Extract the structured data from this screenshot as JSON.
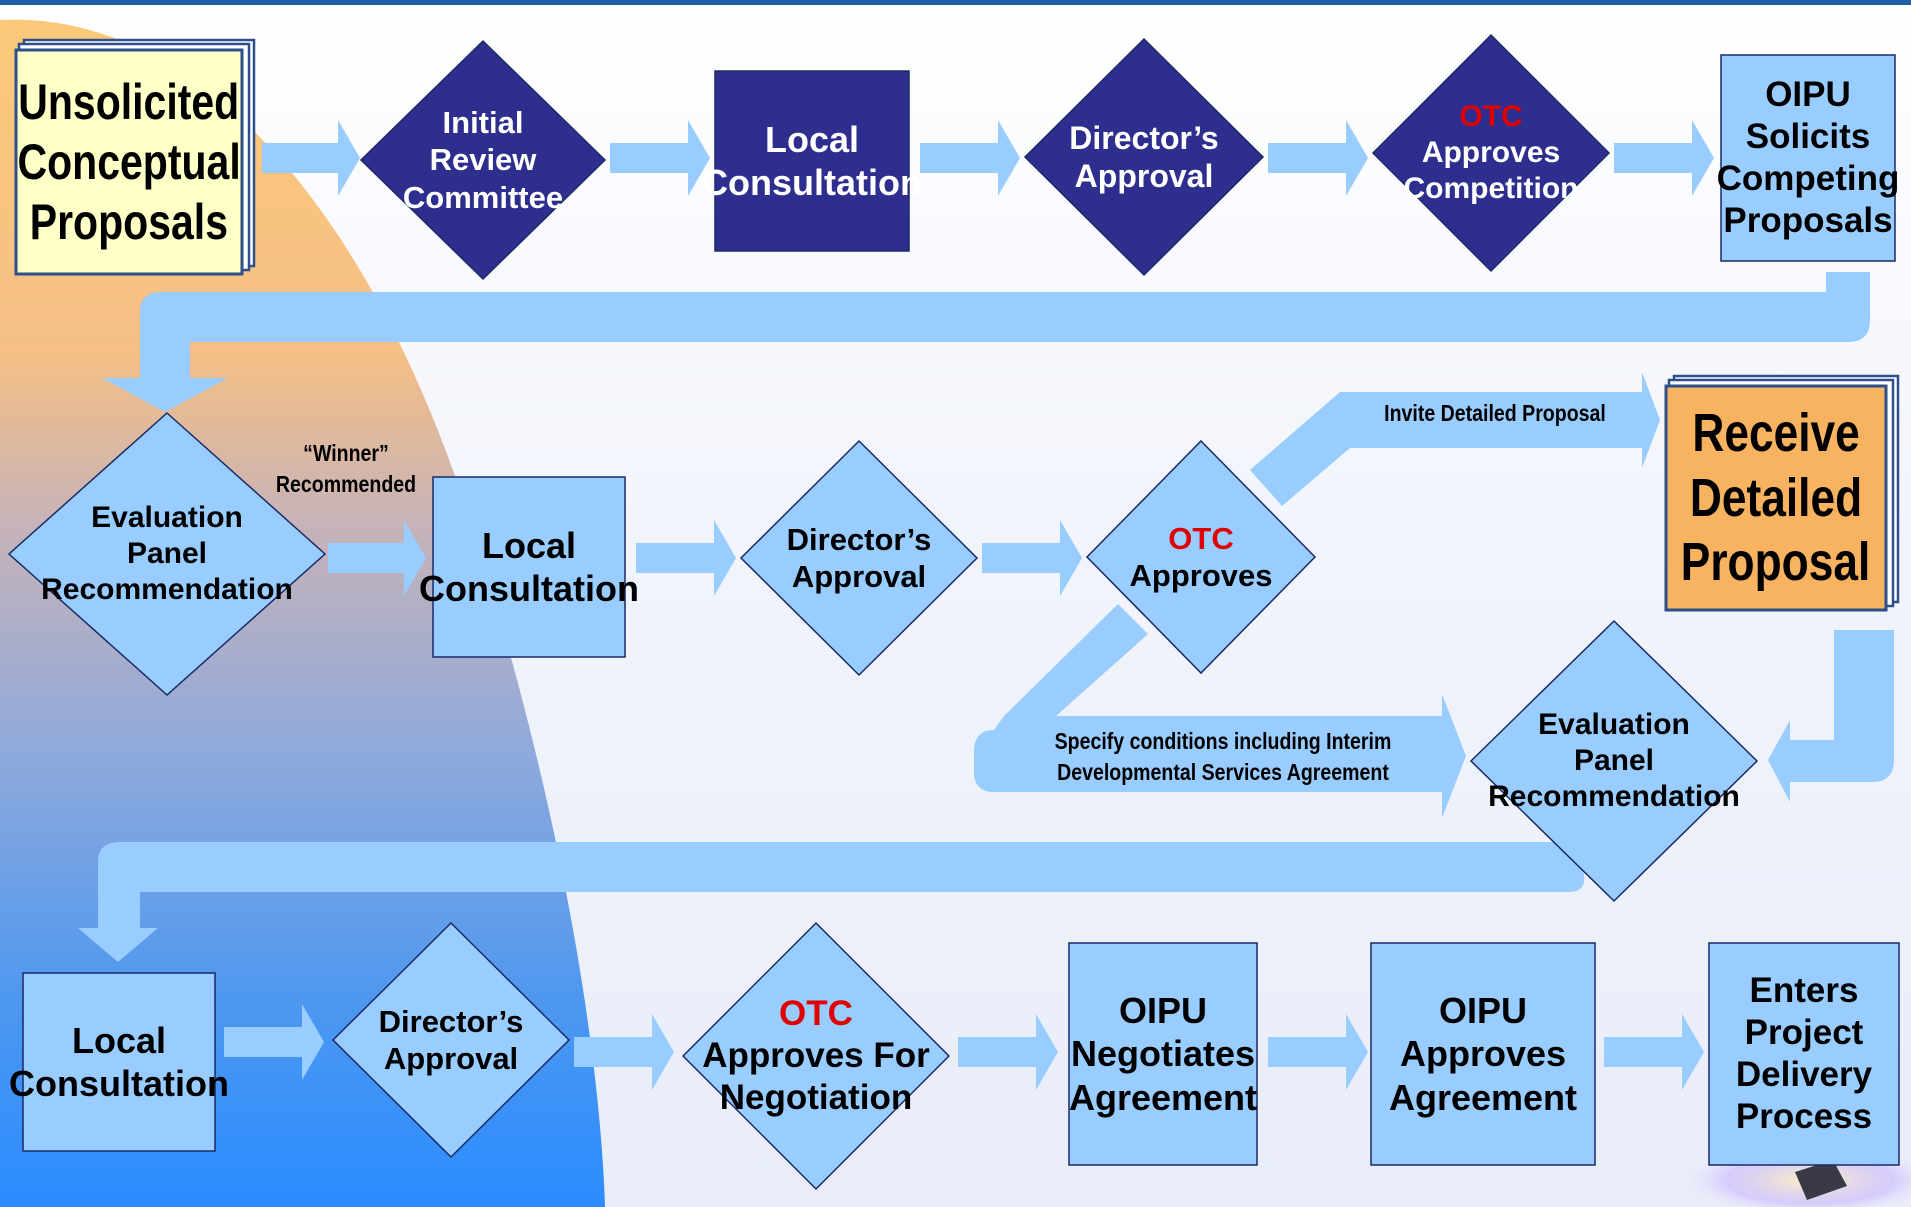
{
  "colors": {
    "topBar": "#1f5fa8",
    "arrow": "#99ccff",
    "nodeLight": "#99ccff",
    "nodeDark": "#2e2e8f",
    "bookYellow": "#ffffc8",
    "bookOrange": "#f8b360",
    "otcRed": "#e00000"
  },
  "nodes": {
    "n1": {
      "lines": [
        "Unsolicited",
        "Conceptual",
        "Proposals"
      ]
    },
    "n2": {
      "lines": [
        "Initial",
        "Review",
        "Committee"
      ]
    },
    "n3": {
      "lines": [
        "Local",
        "Consultation"
      ]
    },
    "n4": {
      "lines": [
        "Director’s",
        "Approval"
      ]
    },
    "n5": {
      "otc": "OTC",
      "lines": [
        "Approves",
        "Competition"
      ]
    },
    "n6": {
      "lines": [
        "OIPU",
        "Solicits",
        "Competing",
        "Proposals"
      ]
    },
    "n7": {
      "lines": [
        "Evaluation",
        "Panel",
        "Recommendation"
      ]
    },
    "n8": {
      "lines": [
        "Local",
        "Consultation"
      ]
    },
    "n9": {
      "lines": [
        "Director’s",
        "Approval"
      ]
    },
    "n10": {
      "otc": "OTC",
      "lines": [
        "Approves"
      ]
    },
    "n11": {
      "lines": [
        "Receive",
        "Detailed",
        "Proposal"
      ]
    },
    "n12": {
      "lines": [
        "Evaluation",
        "Panel",
        "Recommendation"
      ]
    },
    "n13": {
      "lines": [
        "Local",
        "Consultation"
      ]
    },
    "n14": {
      "lines": [
        "Director’s",
        "Approval"
      ]
    },
    "n15": {
      "otc": "OTC",
      "lines": [
        "Approves For",
        "Negotiation"
      ]
    },
    "n16": {
      "lines": [
        "OIPU",
        "Negotiates",
        "Agreement"
      ]
    },
    "n17": {
      "lines": [
        "OIPU",
        "Approves",
        "Agreement"
      ]
    },
    "n18": {
      "lines": [
        "Enters",
        "Project",
        "Delivery",
        "Process"
      ]
    }
  },
  "connectors": {
    "winner": [
      "“Winner”",
      "Recommended"
    ],
    "invite": "Invite Detailed Proposal",
    "conditions": [
      "Specify conditions including Interim",
      "Developmental Services Agreement"
    ]
  }
}
